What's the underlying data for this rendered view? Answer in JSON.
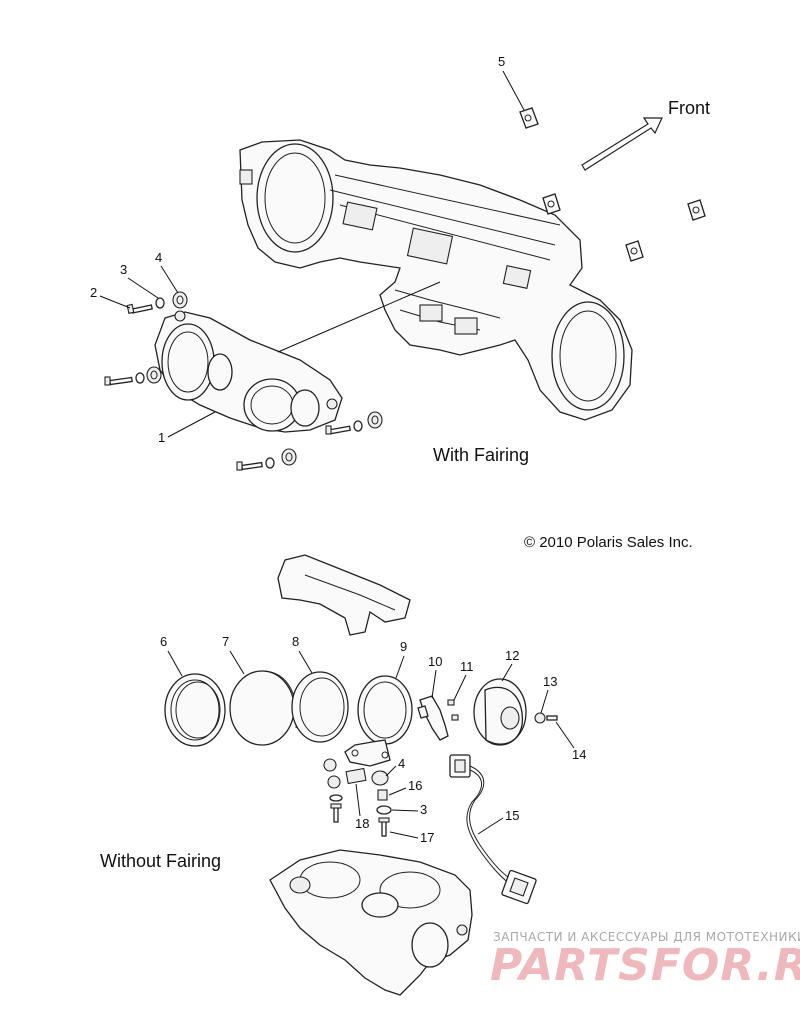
{
  "diagram": {
    "direction_label": "Front",
    "section_with_fairing": "With Fairing",
    "section_without_fairing": "Without Fairing",
    "copyright": "© 2010 Polaris Sales Inc.",
    "callouts": {
      "c1": "1",
      "c2": "2",
      "c3": "3",
      "c4": "4",
      "c5": "5",
      "c6": "6",
      "c7": "7",
      "c8": "8",
      "c9": "9",
      "c10": "10",
      "c11": "11",
      "c12": "12",
      "c13": "13",
      "c14": "14",
      "c15": "15",
      "c16": "16",
      "c17": "17",
      "c18": "18",
      "c4b": "4",
      "c3b": "3"
    }
  },
  "watermark": {
    "tagline": "ЗАПЧАСТИ И АКСЕССУАРЫ ДЛЯ МОТОТЕХНИКИ",
    "logo": "PARTSFOR.RU"
  }
}
